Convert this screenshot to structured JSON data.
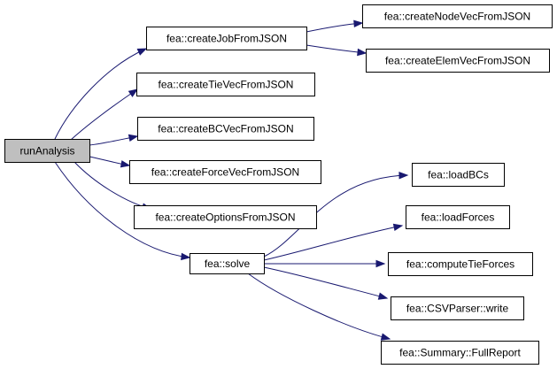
{
  "nodes": [
    {
      "id": "runAnalysis",
      "label": "runAnalysis",
      "root": true
    },
    {
      "id": "createJob",
      "label": "fea::createJobFromJSON"
    },
    {
      "id": "createNode",
      "label": "fea::createNodeVecFromJSON"
    },
    {
      "id": "createElem",
      "label": "fea::createElemVecFromJSON"
    },
    {
      "id": "createTie",
      "label": "fea::createTieVecFromJSON"
    },
    {
      "id": "createBC",
      "label": "fea::createBCVecFromJSON"
    },
    {
      "id": "createForce",
      "label": "fea::createForceVecFromJSON"
    },
    {
      "id": "createOptions",
      "label": "fea::createOptionsFromJSON"
    },
    {
      "id": "solve",
      "label": "fea::solve"
    },
    {
      "id": "loadBCs",
      "label": "fea::loadBCs"
    },
    {
      "id": "loadForces",
      "label": "fea::loadForces"
    },
    {
      "id": "computeTie",
      "label": "fea::computeTieForces"
    },
    {
      "id": "csvWrite",
      "label": "fea::CSVParser::write"
    },
    {
      "id": "fullReport",
      "label": "fea::Summary::FullReport"
    }
  ],
  "edges": [
    {
      "from": "runAnalysis",
      "to": "createJob"
    },
    {
      "from": "runAnalysis",
      "to": "createTie"
    },
    {
      "from": "runAnalysis",
      "to": "createBC"
    },
    {
      "from": "runAnalysis",
      "to": "createForce"
    },
    {
      "from": "runAnalysis",
      "to": "createOptions"
    },
    {
      "from": "runAnalysis",
      "to": "solve"
    },
    {
      "from": "createJob",
      "to": "createNode"
    },
    {
      "from": "createJob",
      "to": "createElem"
    },
    {
      "from": "solve",
      "to": "loadBCs"
    },
    {
      "from": "solve",
      "to": "loadForces"
    },
    {
      "from": "solve",
      "to": "computeTie"
    },
    {
      "from": "solve",
      "to": "csvWrite"
    },
    {
      "from": "solve",
      "to": "fullReport"
    }
  ],
  "colors": {
    "edge": "#191970",
    "root_fill": "#bfbfbf",
    "node_fill": "#ffffff",
    "node_border": "#000000"
  }
}
